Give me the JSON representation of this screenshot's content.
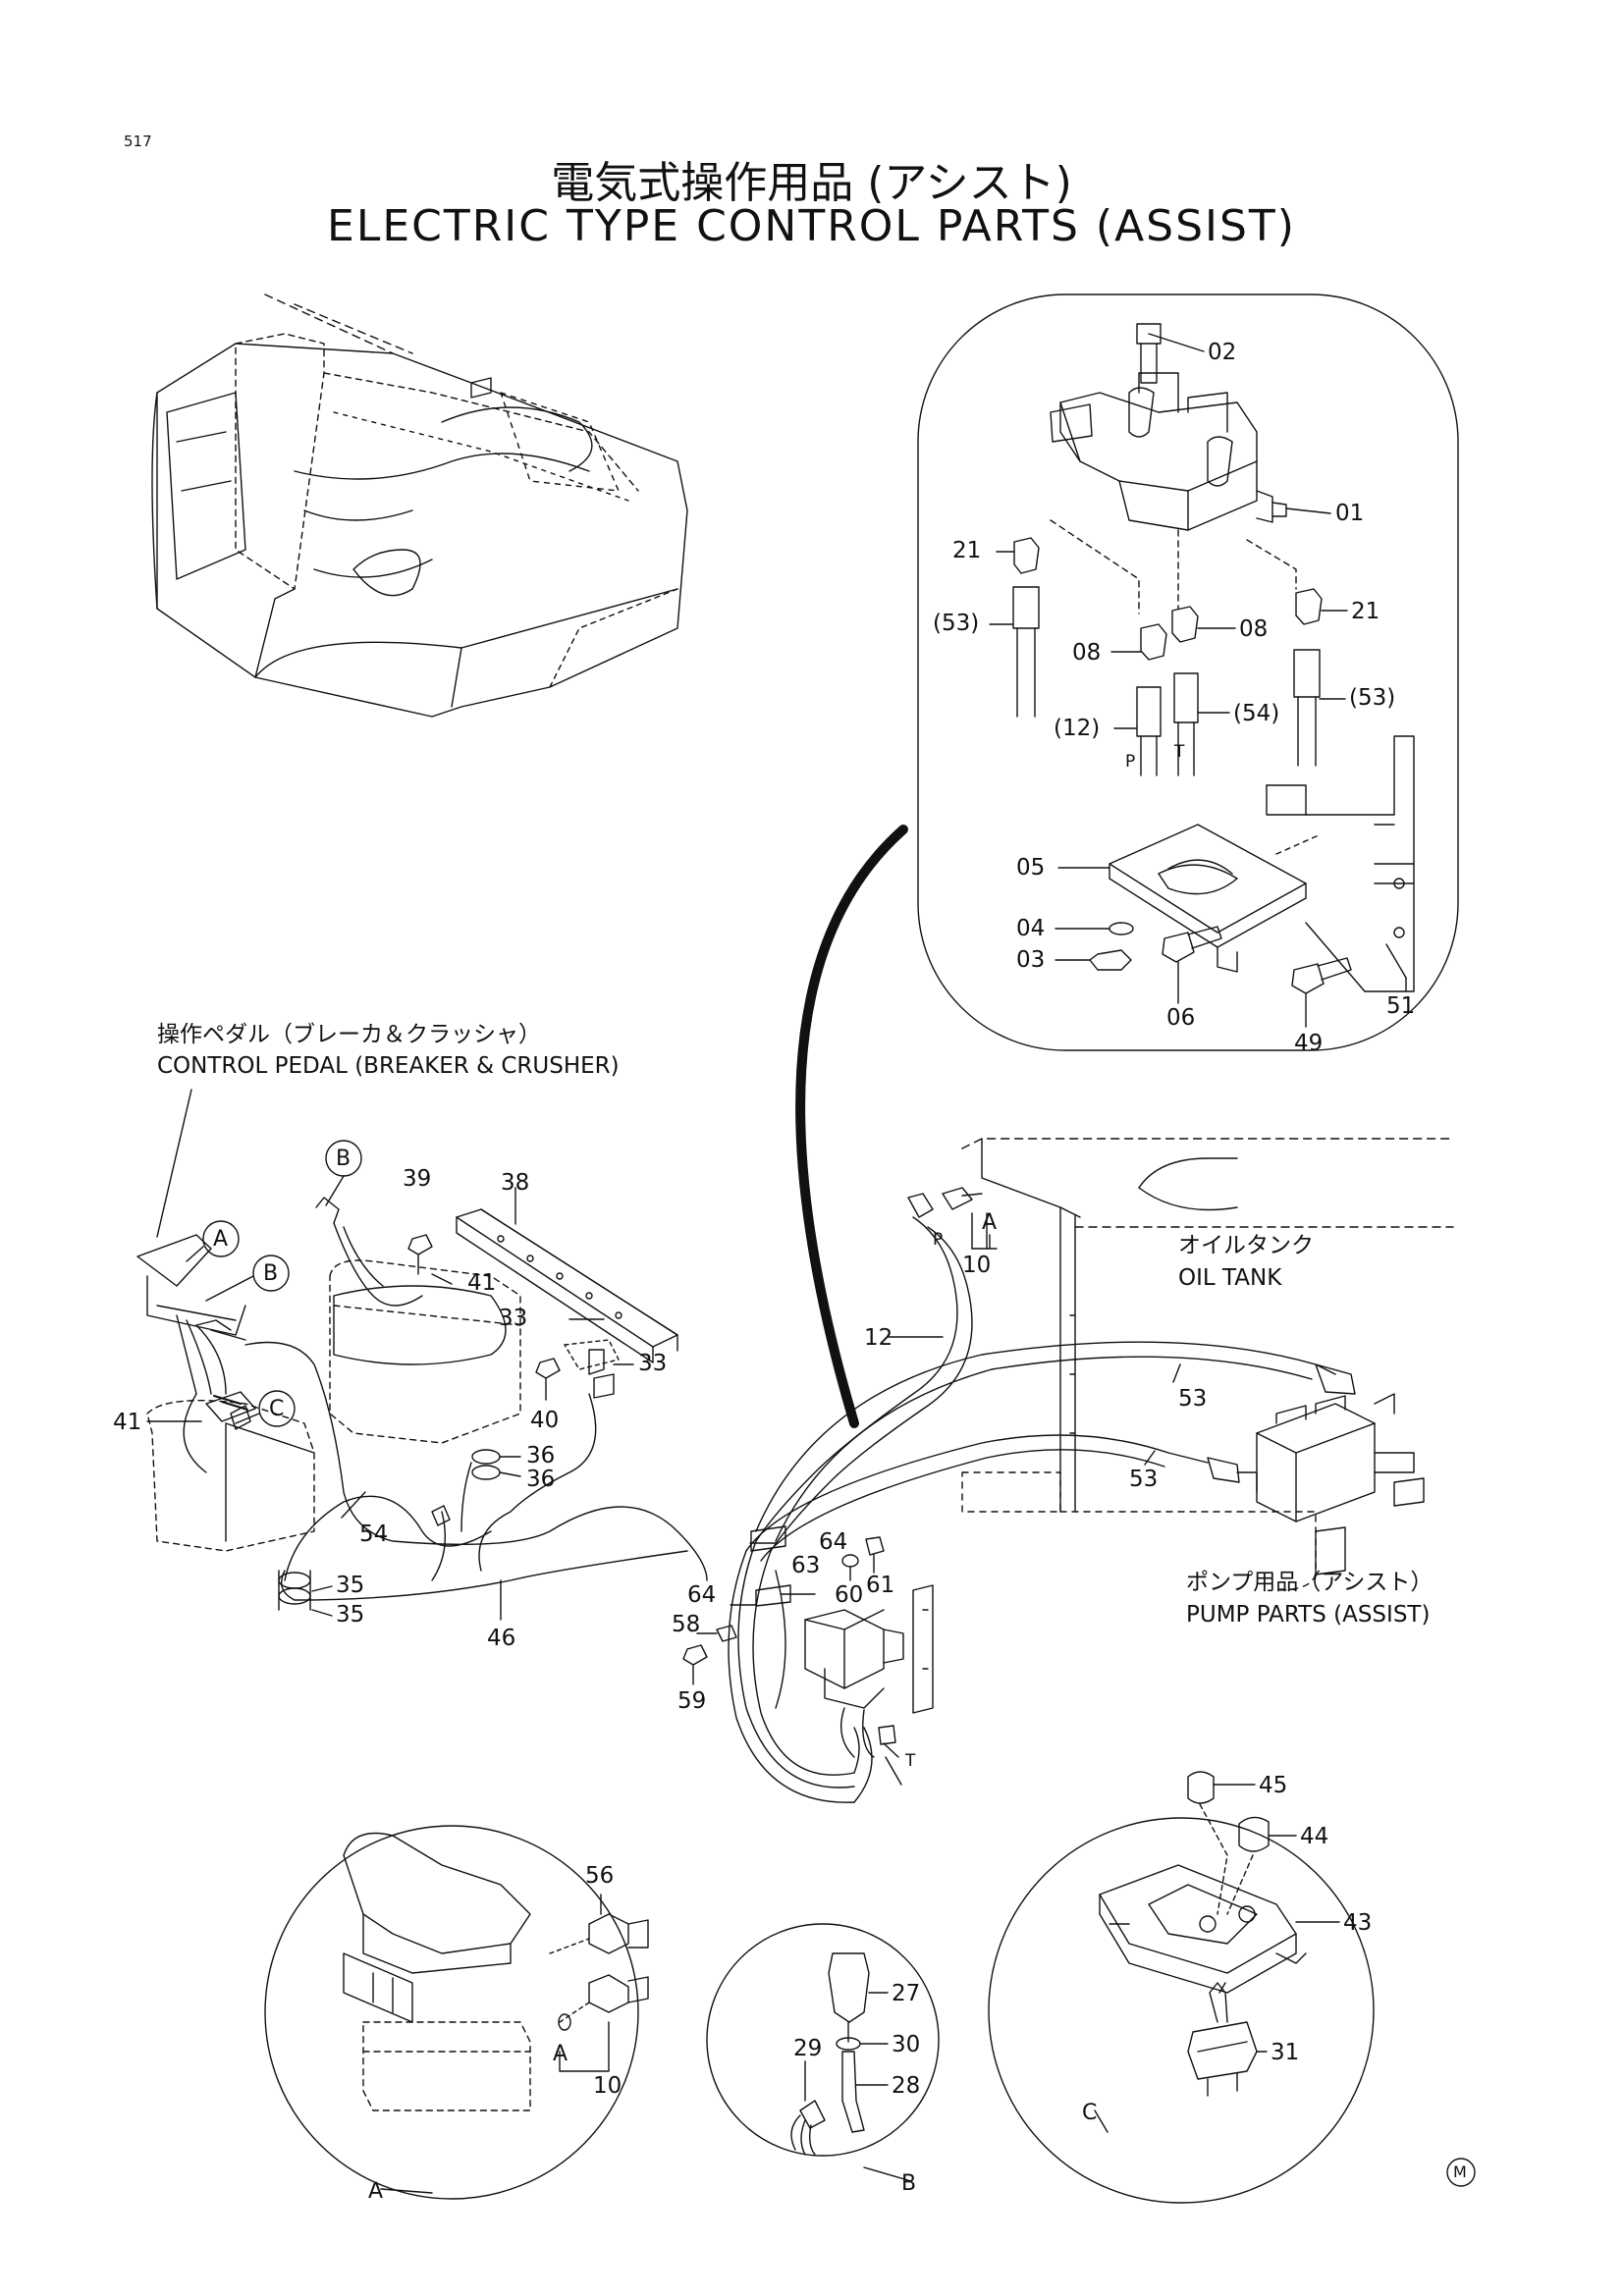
{
  "page_number": "517",
  "title_jp": "電気式操作用品 (アシスト)",
  "title_en": "ELECTRIC TYPE CONTROL PARTS (ASSIST)",
  "captions": {
    "control_pedal_jp": "操作ペダル（ブレーカ＆クラッシャ）",
    "control_pedal_en": "CONTROL PEDAL (BREAKER & CRUSHER)",
    "oil_tank_jp": "オイルタンク",
    "oil_tank_en": "OIL TANK",
    "pump_parts_jp": "ポンプ用品（アシスト）",
    "pump_parts_en": "PUMP PARTS (ASSIST)"
  },
  "detail_letters": {
    "a": "A",
    "b": "B",
    "c": "C"
  },
  "port_letters": {
    "p": "P",
    "t": "T"
  },
  "part_labels": {
    "l01": "01",
    "l02": "02",
    "l03": "03",
    "l04": "04",
    "l05": "05",
    "l06": "06",
    "l08a": "08",
    "l08b": "08",
    "l10a": "10",
    "l10b": "10",
    "l12": "12",
    "l12p": "(12)",
    "l21a": "21",
    "l21b": "21",
    "l27": "27",
    "l28": "28",
    "l29": "29",
    "l30": "30",
    "l31": "31",
    "l33a": "33",
    "l33b": "33",
    "l35a": "35",
    "l35b": "35",
    "l36a": "36",
    "l36b": "36",
    "l38": "38",
    "l39": "39",
    "l40": "40",
    "l41a": "41",
    "l41b": "41",
    "l43": "43",
    "l44": "44",
    "l45": "45",
    "l46": "46",
    "l49": "49",
    "l51": "51",
    "l53pa": "(53)",
    "l53pb": "(53)",
    "l53a": "53",
    "l53b": "53",
    "l54": "54",
    "l54p": "(54)",
    "l56": "56",
    "l58": "58",
    "l59": "59",
    "l60": "60",
    "l61": "61",
    "l63": "63",
    "l64a": "64",
    "l64b": "64"
  },
  "logo_mark": "M"
}
